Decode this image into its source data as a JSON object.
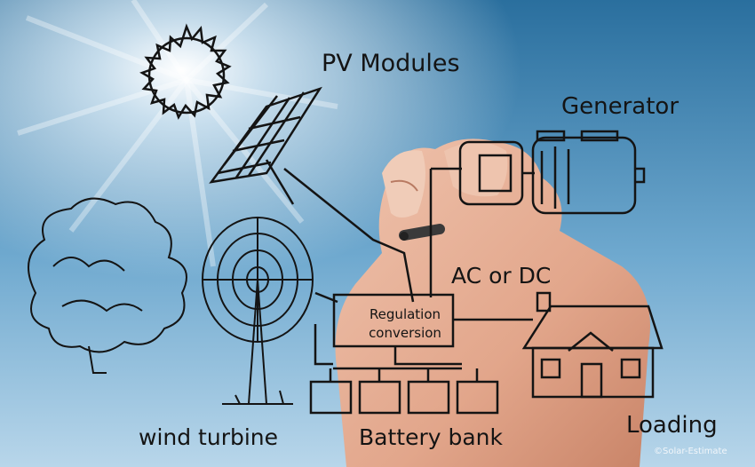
{
  "labels": {
    "pv_modules": "PV Modules",
    "generator": "Generator",
    "ac_or_dc": "AC or DC",
    "regulation_line1": "Regulation",
    "regulation_line2": "conversion",
    "wind_turbine": "wind turbine",
    "battery_bank": "Battery bank",
    "loading": "Loading"
  },
  "watermark": "©Solar-Estimate",
  "colors": {
    "sky_top": "#2a6f9e",
    "sky_mid": "#6fa9cf",
    "sky_bottom": "#b8d6ea",
    "ink": "#141414",
    "skin": "#e7b39a"
  }
}
